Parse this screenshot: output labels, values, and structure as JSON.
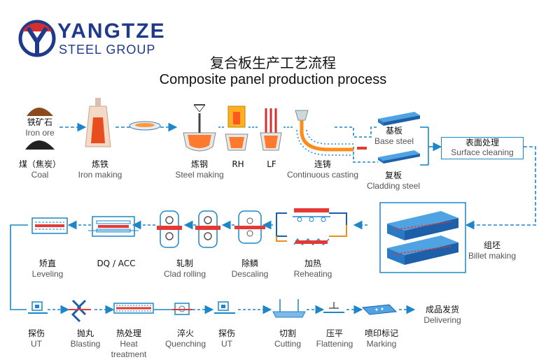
{
  "brand": {
    "name": "YANGTZE",
    "sub": "STEEL GROUP"
  },
  "title": {
    "cn": "复合板生产工艺流程",
    "en": "Composite panel production process"
  },
  "colors": {
    "flow": "#1c86c8",
    "red": "#e53935",
    "steel": "#1e88e5",
    "orange": "#f08c1c"
  },
  "steps": {
    "iron_ore": {
      "cn": "铁矿石",
      "en": "Iron ore"
    },
    "coal": {
      "cn": "煤（焦炭）",
      "en": "Coal"
    },
    "iron_making": {
      "cn": "炼铁",
      "en": "Iron making"
    },
    "steel_making": {
      "cn": "炼钢",
      "en": "Steel making"
    },
    "rh": {
      "cn": "RH"
    },
    "lf": {
      "cn": "LF"
    },
    "continuous_casting": {
      "cn": "连铸",
      "en": "Continuous casting"
    },
    "base_steel": {
      "cn": "基板",
      "en": "Base steel"
    },
    "cladding_steel": {
      "cn": "复板",
      "en": "Cladding steel"
    },
    "surface_cleaning": {
      "cn": "表面处理",
      "en": "Surface cleaning"
    },
    "billet_making": {
      "cn": "组坯",
      "en": "Billet making"
    },
    "reheating": {
      "cn": "加热",
      "en": "Reheating"
    },
    "descaling": {
      "cn": "除鳞",
      "en": "Descaling"
    },
    "clad_rolling": {
      "cn": "轧制",
      "en": "Clad rolling"
    },
    "dq_acc": {
      "cn": "DQ / ACC"
    },
    "leveling": {
      "cn": "矫直",
      "en": "Leveling"
    },
    "ut1": {
      "cn": "探伤",
      "en": "UT"
    },
    "blasting": {
      "cn": "抛丸",
      "en": "Blasting"
    },
    "heat_treatment": {
      "cn": "热处理",
      "en1": "Heat",
      "en2": "treatment"
    },
    "quenching": {
      "cn": "淬火",
      "en": "Quenching"
    },
    "ut2": {
      "cn": "探伤",
      "en": "UT"
    },
    "cutting": {
      "cn": "切割",
      "en": "Cutting"
    },
    "flattening": {
      "cn": "压平",
      "en": "Flattening"
    },
    "marking": {
      "cn": "喷印标记",
      "en": "Marking"
    },
    "delivering": {
      "cn": "成品发货",
      "en": "Delivering"
    }
  }
}
